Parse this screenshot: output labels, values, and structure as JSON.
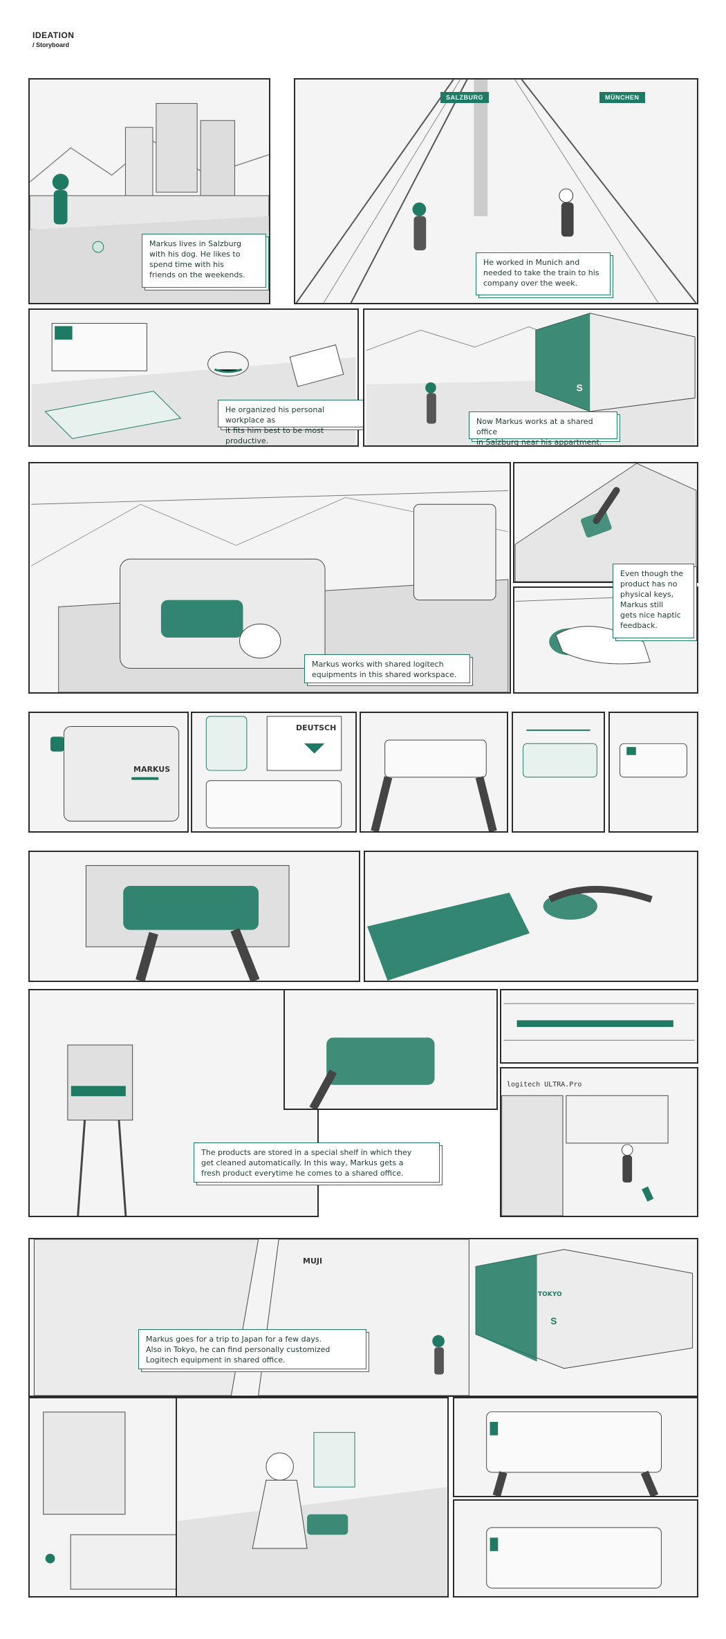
{
  "header": {
    "title": "IDEATION",
    "subtitle": "/ Storyboard"
  },
  "signs": {
    "salzburg": "SALZBURG",
    "munchen": "MÜNCHEN",
    "deutsch": "DEUTSCH",
    "markus": "MARKUS",
    "muji": "MUJI",
    "tokyo": "TOKYO",
    "s_logo": "S",
    "shelf_label": "logitech ULTRA.Pro"
  },
  "captions": {
    "c1": "Markus lives in Salzburg\nwith his dog. He likes to\nspend time with his\nfriends on the weekends.",
    "c2": "He worked in Munich and\nneeded to take the train to his\ncompany over the week.",
    "c3": "He organized his personal workplace as\nit fits him best to be most productive.",
    "c4": "Now Markus works at a shared office\nin Salzburg near his appartment.",
    "c5": "Markus works with shared logitech\nequipments in this shared workspace.",
    "c6": "Even though the\nproduct has no\nphysical keys,\nMarkus still\ngets nice haptic\nfeedback.",
    "c7": "The products are stored in a special shelf in which they\nget cleaned automatically. In this way, Markus gets a\nfresh product everytime he comes to a shared office.",
    "c8": "Markus goes for a trip to Japan for a few days.\nAlso in Tokyo, he can find personally customized\nLogitech equipment in shared office."
  },
  "colors": {
    "accent": "#1e7a63",
    "ink": "#2b2b2b",
    "paper": "#f4f4f4"
  }
}
